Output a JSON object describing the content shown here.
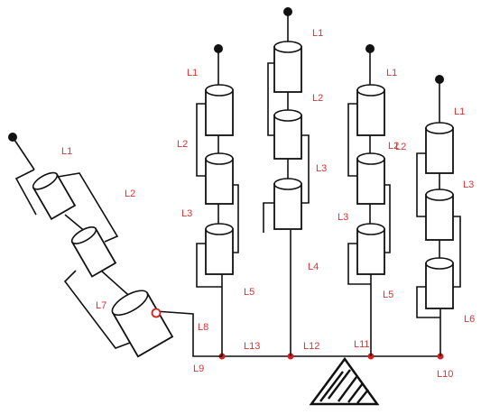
{
  "colors": {
    "label": "#e03030",
    "ink": "#111111",
    "node": "#d42020"
  },
  "fingers": {
    "thumb": {
      "labels": [
        "L1",
        "L2",
        "L7",
        "L8",
        "L9"
      ]
    },
    "index": {
      "labels": [
        "L1",
        "L2",
        "L3",
        "L5"
      ]
    },
    "middle": {
      "labels": [
        "L1",
        "L2",
        "L3",
        "L4"
      ]
    },
    "ring": {
      "labels": [
        "L1",
        "L2",
        "L3",
        "L5"
      ]
    },
    "little": {
      "labels": [
        "L1",
        "L2",
        "L3",
        "L6"
      ]
    }
  },
  "palm": {
    "labels": [
      "L13",
      "L12",
      "L11",
      "L10"
    ]
  }
}
